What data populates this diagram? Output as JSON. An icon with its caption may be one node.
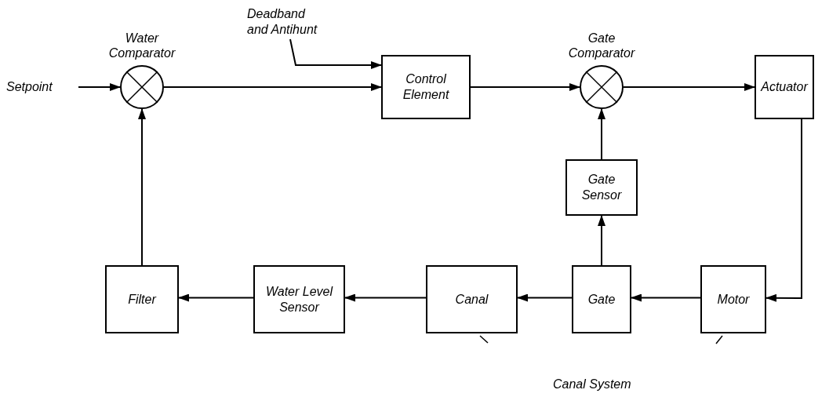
{
  "diagram": {
    "nodes": [
      {
        "text": [
          "Setpoint"
        ]
      },
      {
        "text": [
          "Water Comparator"
        ]
      },
      {
        "text": [
          "Deadband and Antihunt"
        ]
      },
      {
        "text": [
          "Control Element"
        ]
      },
      {
        "text": [
          "Gate Comparator"
        ]
      },
      {
        "text": [
          "Actuator"
        ]
      },
      {
        "text": [
          "Gate Sensor"
        ]
      },
      {
        "text": [
          "Filter"
        ]
      },
      {
        "text": [
          "Water Level Sensor"
        ]
      },
      {
        "text": [
          "Canal"
        ]
      },
      {
        "text": [
          "Gate"
        ]
      },
      {
        "text": [
          "Motor"
        ]
      }
    ],
    "edges": [
      {
        "from": 0,
        "to": 1,
        "arrow": "to"
      },
      {
        "from": 1,
        "to": 3,
        "arrow": "to"
      },
      {
        "from": 2,
        "to": 3,
        "arrow": "to"
      },
      {
        "from": 3,
        "to": 4,
        "arrow": "to"
      },
      {
        "from": 4,
        "to": 5,
        "arrow": "to"
      },
      {
        "from": 5,
        "to": 11,
        "arrow": "to"
      },
      {
        "from": 11,
        "to": 10,
        "arrow": "to"
      },
      {
        "from": 10,
        "to": 9,
        "arrow": "to"
      },
      {
        "from": 9,
        "to": 8,
        "arrow": "to"
      },
      {
        "from": 8,
        "to": 7,
        "arrow": "to"
      },
      {
        "from": 7,
        "to": 1,
        "arrow": "to"
      },
      {
        "from": 10,
        "to": 6,
        "arrow": "to"
      },
      {
        "from": 6,
        "to": 4,
        "arrow": "to"
      }
    ],
    "labels": [
      "Canal System"
    ]
  }
}
